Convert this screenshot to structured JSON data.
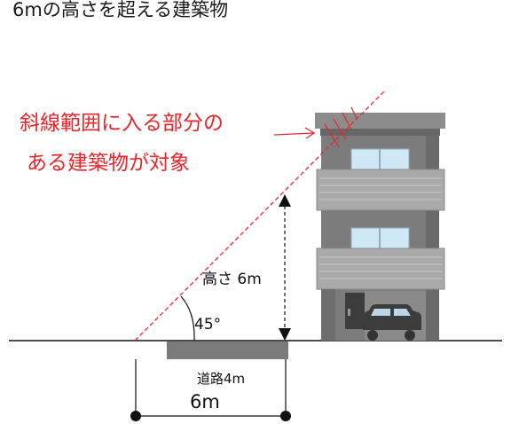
{
  "title": "6mの高さを超える建築物",
  "annotation": {
    "line1": "斜線範囲に入る部分の",
    "line2": "ある建築物が対象"
  },
  "labels": {
    "height": "高さ 6m",
    "angle": "45°",
    "road": "道路4m",
    "distance": "6m"
  },
  "colors": {
    "accent": "#e8262b",
    "ink": "#111111",
    "road": "#7a7a7a",
    "building": "#7c7c7c",
    "balcony": "#a9a9a9",
    "window": "#cfe8f6"
  }
}
